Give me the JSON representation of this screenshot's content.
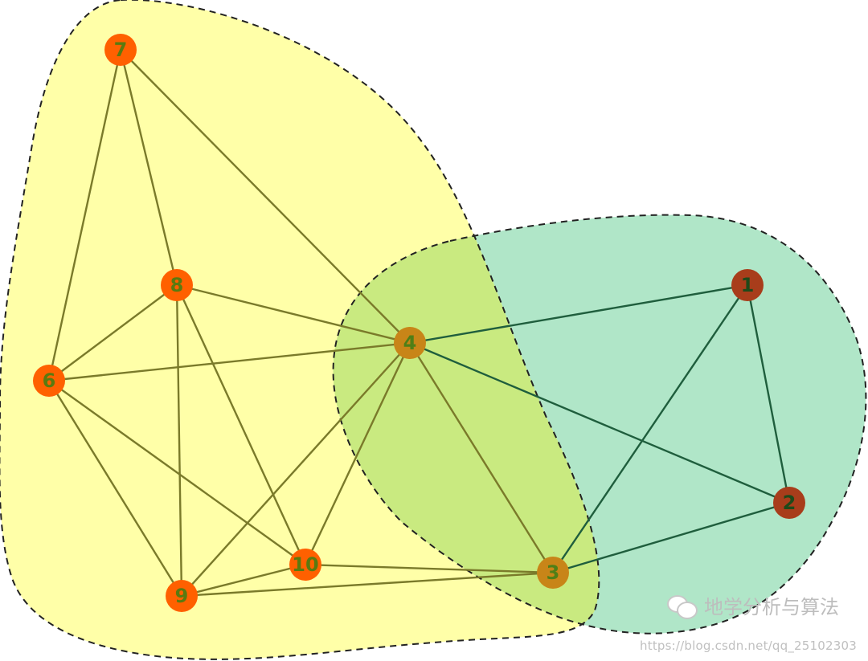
{
  "diagram": {
    "communities": [
      {
        "id": "yellow",
        "color": "#ffffa8"
      },
      {
        "id": "teal",
        "color": "#b0e6c8"
      }
    ],
    "overlap_color": "#c9ea80",
    "border_color": "#222222",
    "nodes": [
      {
        "id": "1",
        "label": "1",
        "color": "#a83d1b",
        "text_color": "#1e4a1a"
      },
      {
        "id": "2",
        "label": "2",
        "color": "#a83d1b",
        "text_color": "#1e4a1a"
      },
      {
        "id": "3",
        "label": "3",
        "color": "#c88518",
        "text_color": "#4f7f17"
      },
      {
        "id": "4",
        "label": "4",
        "color": "#c88518",
        "text_color": "#4f7f17"
      },
      {
        "id": "6",
        "label": "6",
        "color": "#ff6000",
        "text_color": "#5a7a10"
      },
      {
        "id": "7",
        "label": "7",
        "color": "#ff6000",
        "text_color": "#5a7a10"
      },
      {
        "id": "8",
        "label": "8",
        "color": "#ff6000",
        "text_color": "#5a7a10"
      },
      {
        "id": "9",
        "label": "9",
        "color": "#ff6000",
        "text_color": "#5a7a10"
      },
      {
        "id": "10",
        "label": "10",
        "color": "#ff6000",
        "text_color": "#5a7a10"
      }
    ],
    "edges": [
      [
        "7",
        "6"
      ],
      [
        "7",
        "8"
      ],
      [
        "7",
        "4"
      ],
      [
        "8",
        "6"
      ],
      [
        "8",
        "4"
      ],
      [
        "8",
        "9"
      ],
      [
        "8",
        "10"
      ],
      [
        "6",
        "4"
      ],
      [
        "6",
        "9"
      ],
      [
        "6",
        "10"
      ],
      [
        "4",
        "9"
      ],
      [
        "4",
        "10"
      ],
      [
        "4",
        "3"
      ],
      [
        "4",
        "1"
      ],
      [
        "4",
        "2"
      ],
      [
        "9",
        "10"
      ],
      [
        "9",
        "3"
      ],
      [
        "10",
        "3"
      ],
      [
        "3",
        "1"
      ],
      [
        "3",
        "2"
      ],
      [
        "1",
        "2"
      ]
    ],
    "edge_colors": {
      "yellow": "#7a7a2a",
      "teal": "#1f5e3d"
    }
  },
  "watermark": {
    "icon": "wechat-icon",
    "text": "地学分析与算法",
    "url": "https://blog.csdn.net/qq_25102303"
  }
}
